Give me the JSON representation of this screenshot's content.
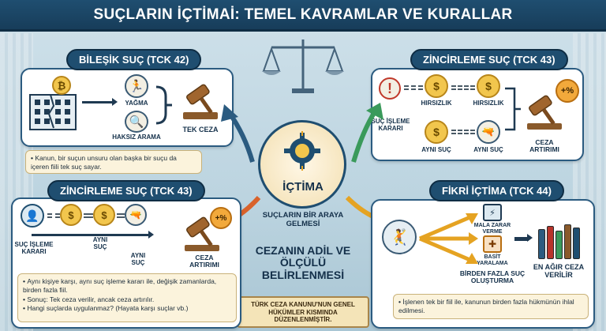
{
  "title": "SUÇLARIN İÇTİMAİ: TEMEL KAVRAMLAR VE KURALLAR",
  "colors": {
    "header": "#1f4e70",
    "panel_border": "#2b5b80",
    "note_bg": "#fbf3dc",
    "coin": "#f2c64d"
  },
  "center": {
    "label": "İÇTİMA",
    "caption1": "SUÇLARIN BİR ARAYA GELMESİ",
    "caption2": "CEZANIN ADİL VE ÖLÇÜLÜ BELİRLENMESİ",
    "scroll": "TÜRK CEZA KANUNU'NUN GENEL HÜKÜMLER KISMINDA DÜZENLENMİŞTİR."
  },
  "bilesik": {
    "title": "BİLEŞİK SUÇ (TCK 42)",
    "label_yagma": "YAĞMA",
    "label_haksiz": "HAKSIZ ARAMA",
    "label_result": "TEK CEZA",
    "note": "Kanun, bir suçun unsuru olan başka bir suçu da içeren fiili tek suç sayar."
  },
  "zincir_top": {
    "title": "ZİNCİRLEME SUÇ (TCK 43)",
    "label_start": "SUÇ İŞLEME KARARI",
    "label_h1": "HIRSIZLIK",
    "label_h2": "HIRSIZLIK",
    "label_a1": "AYNI SUÇ",
    "label_a2": "AYNI SUÇ",
    "label_result": "CEZA ARTIRIMI",
    "plus": "+%"
  },
  "zincir_bottom": {
    "title": "ZİNCİRLEME SUÇ (TCK 43)",
    "label_start": "SUÇ İŞLEME KARARI",
    "label_a1": "AYNI SUÇ",
    "label_a2": "AYNI SUÇ",
    "label_result": "CEZA ARTIRIMI",
    "plus": "+%",
    "notes": [
      "Aynı kişiye karşı, aynı suç işleme kararı ile, değişik zamanlarda, birden fazla fiil.",
      "Sonuç: Tek ceza verilir, ancak ceza artırılır.",
      "Hangi suçlarda uygulanmaz? (Hayata karşı suçlar vb.)"
    ]
  },
  "fikri": {
    "title": "FİKRİ İÇTİMA (TCK 44)",
    "label_mala": "MALA ZARAR VERME",
    "label_basit": "BASİT YARALAMA",
    "label_birden": "BİRDEN FAZLA SUÇ OLUŞTURMA",
    "label_result": "EN AĞIR CEZA VERİLİR",
    "note": "İşlenen tek bir fiil ile, kanunun birden fazla hükmünün ihlal edilmesi."
  }
}
